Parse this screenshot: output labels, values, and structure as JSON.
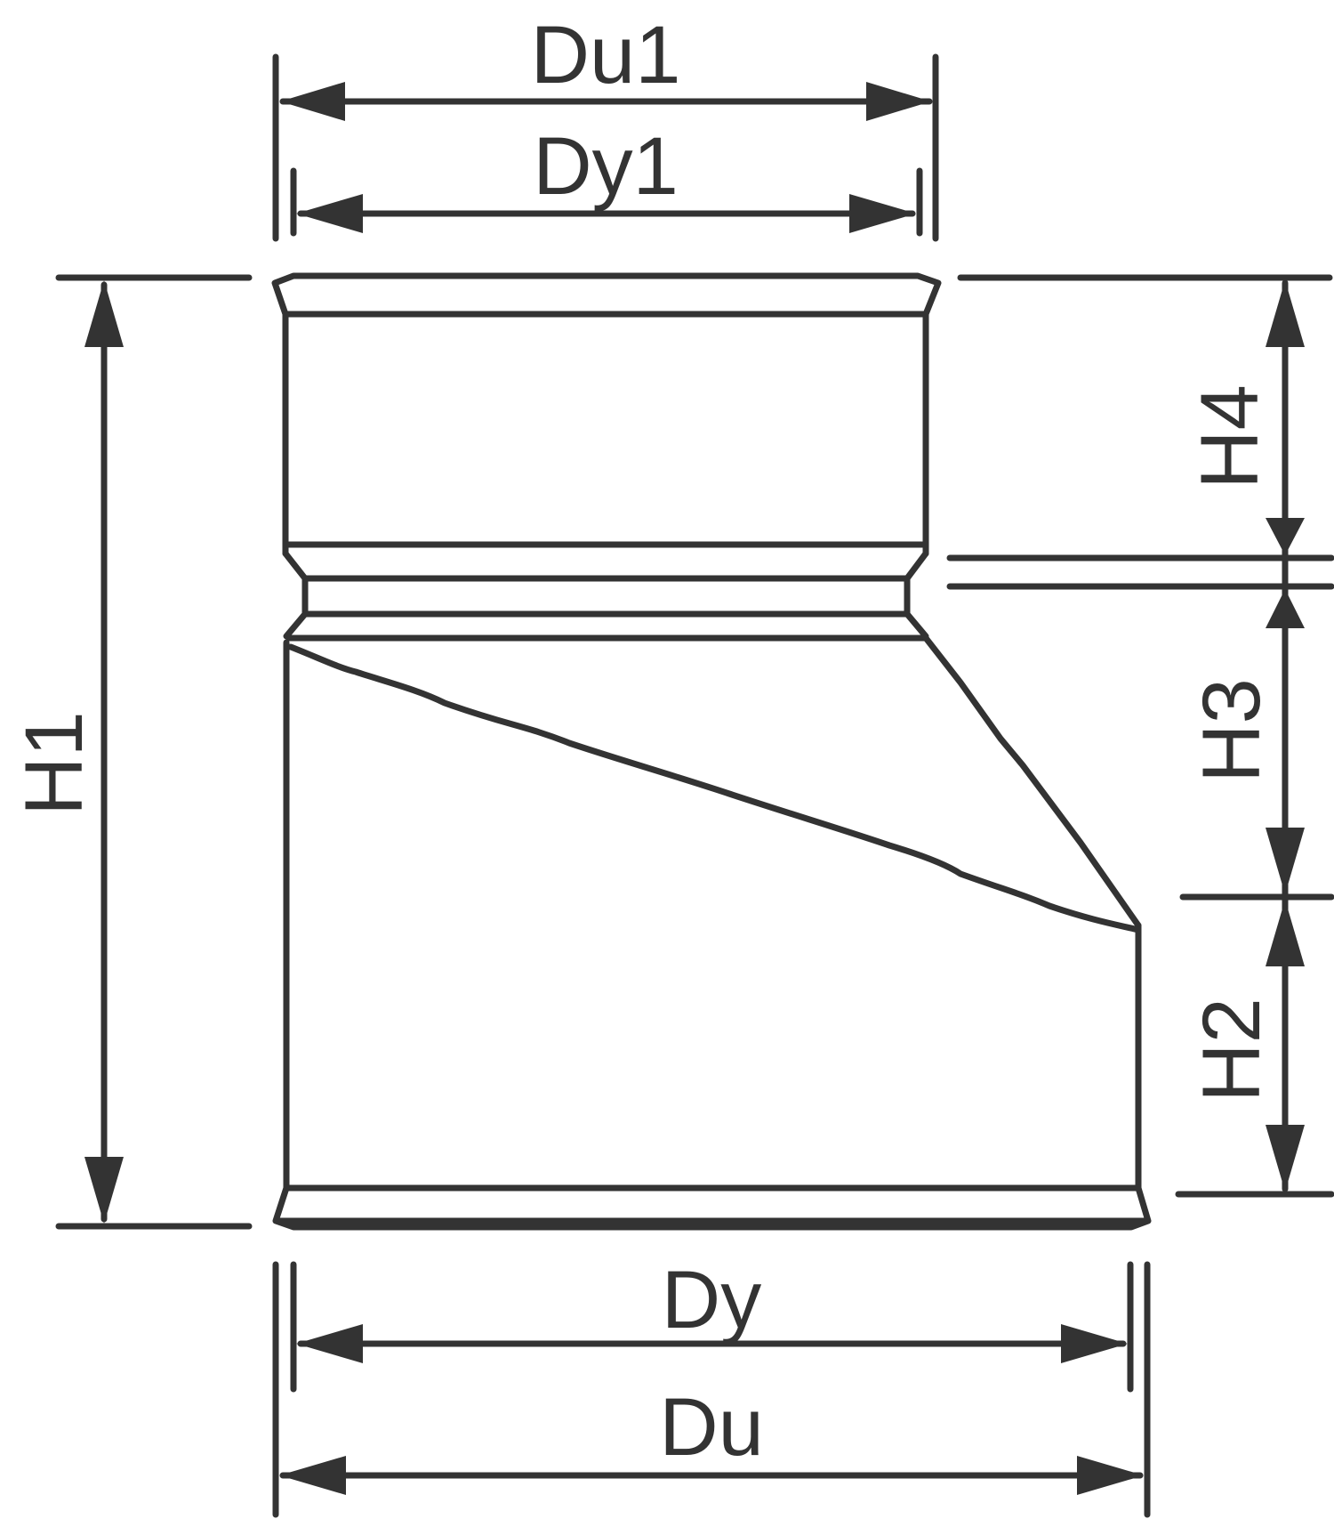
{
  "labels": {
    "du1": "Du1",
    "dy1": "Dy1",
    "h1": "H1",
    "h2": "H2",
    "h3": "H3",
    "h4": "H4",
    "dy": "Dy",
    "du": "Du"
  },
  "colors": {
    "stroke": "#333333",
    "background": "#ffffff"
  }
}
